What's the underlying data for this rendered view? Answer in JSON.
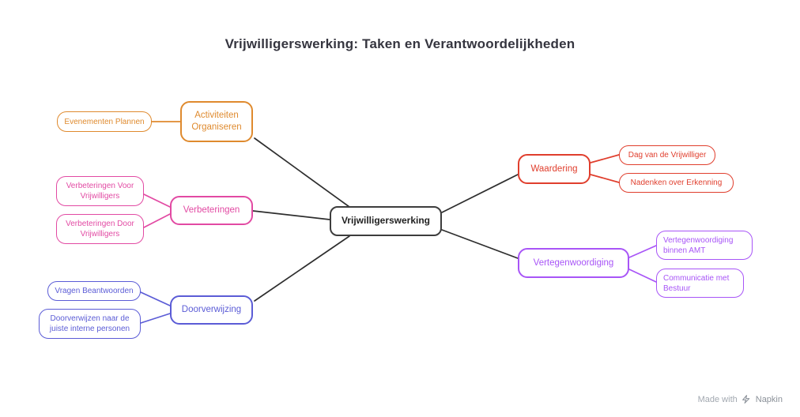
{
  "title": "Vrijwilligerswerking: Taken en Verantwoordelijkheden",
  "center": {
    "label": "Vrijwilligerswerking",
    "color": "#3d3d3d"
  },
  "edge_color": "#2e2e2e",
  "branches": [
    {
      "label": "Activiteiten Organiseren",
      "color": "#df8a2e",
      "children": [
        {
          "label": "Evenementen Plannen"
        }
      ]
    },
    {
      "label": "Verbeteringen",
      "color": "#e24aa3",
      "children": [
        {
          "label": "Verbeteringen Voor Vrijwilligers"
        },
        {
          "label": "Verbeteringen Door Vrijwilligers"
        }
      ]
    },
    {
      "label": "Doorverwijzing",
      "color": "#5b5cd6",
      "children": [
        {
          "label": "Vragen Beantwoorden"
        },
        {
          "label": "Doorverwijzen naar de juiste interne personen"
        }
      ]
    },
    {
      "label": "Waardering",
      "color": "#e03e2d",
      "children": [
        {
          "label": "Dag van de Vrijwilliger"
        },
        {
          "label": "Nadenken over Erkenning"
        }
      ]
    },
    {
      "label": "Vertegenwoordiging",
      "color": "#a855f7",
      "children": [
        {
          "label": "Vertegenwoordiging binnen AMT"
        },
        {
          "label": "Communicatie met Bestuur"
        }
      ]
    }
  ],
  "footer": {
    "made_with": "Made with",
    "brand": "Napkin"
  }
}
